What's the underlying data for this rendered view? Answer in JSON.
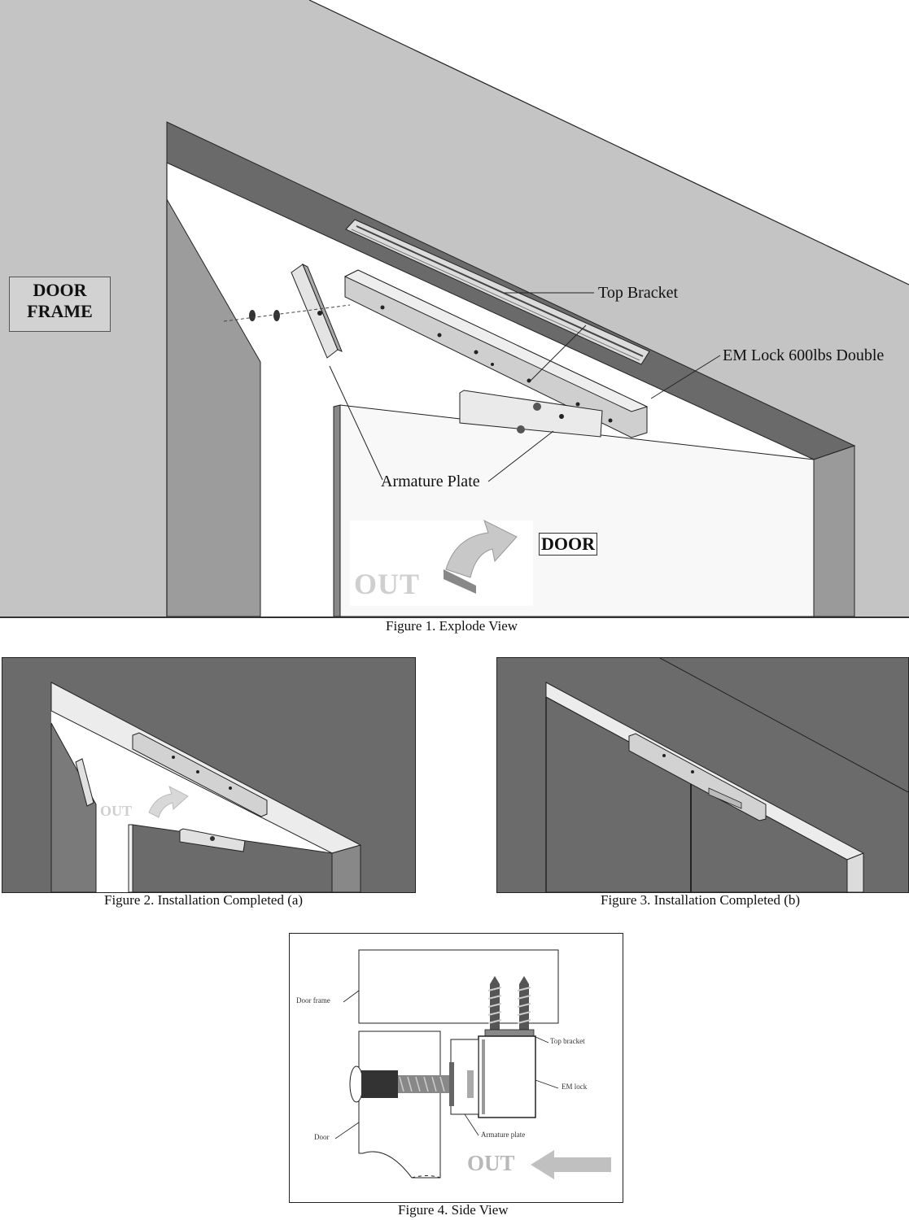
{
  "figure1": {
    "caption": "Figure 1. Explode View",
    "door_frame_label": [
      "DOOR",
      "FRAME"
    ],
    "door_label": "DOOR",
    "out_label": "OUT",
    "callouts": {
      "top_bracket": "Top Bracket",
      "em_lock": "EM Lock 600lbs Double",
      "armature_plate": "Armature Plate"
    }
  },
  "figure2": {
    "caption": "Figure 2. Installation Completed (a)",
    "out_label": "OUT"
  },
  "figure3": {
    "caption": "Figure 3. Installation Completed (b)"
  },
  "figure4": {
    "caption": "Figure 4. Side View",
    "out_label": "OUT",
    "callouts": {
      "door_frame": "Door frame",
      "top_bracket": "Top bracket",
      "em_lock": "EM lock",
      "door": "Door",
      "armature_plate": "Armature plate"
    }
  },
  "colors": {
    "wall": "#c2c2c2",
    "frame_dark": "#666666",
    "door_face": "#f7f7f7",
    "door_edge": "#999999",
    "arrow_grey": "#bfbfbf"
  }
}
